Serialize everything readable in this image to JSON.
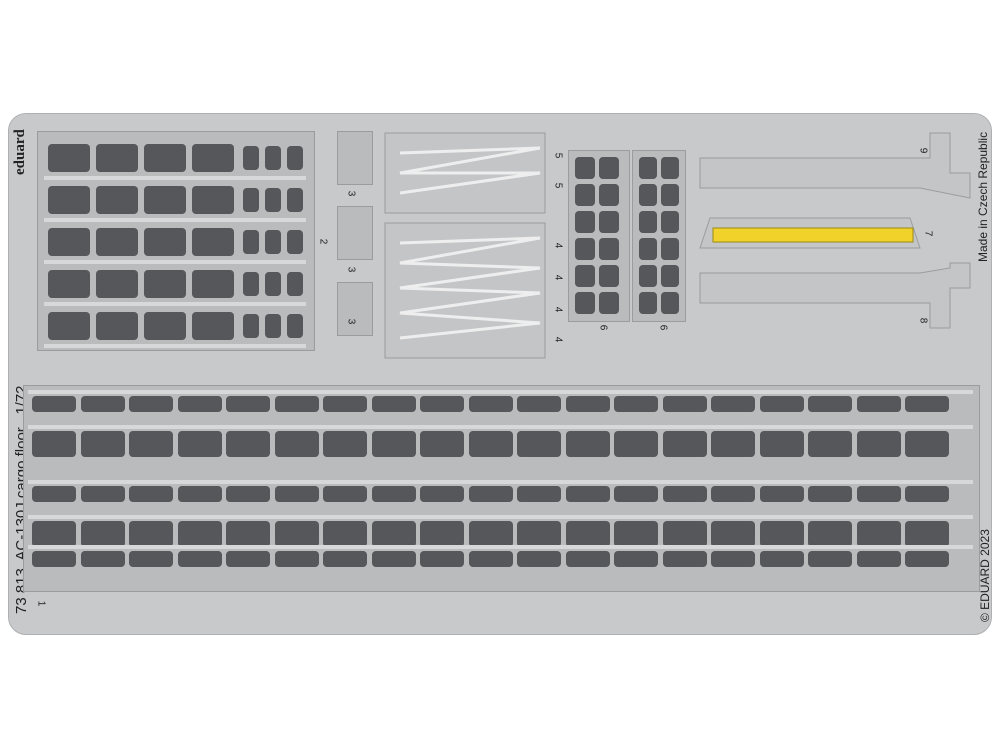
{
  "brand": "eduard",
  "product": {
    "code": "73 813",
    "title": "AC-130J cargo floor",
    "scale": "1/72"
  },
  "origin": "Made in Czech Republic",
  "copyright": "© EDUARD 2023",
  "part_numbers": {
    "p1": "1",
    "p2": "2",
    "p3a": "3",
    "p3b": "3",
    "p3c": "3",
    "p4a": "4",
    "p4b": "4",
    "p4c": "4",
    "p4d": "4",
    "p5a": "5",
    "p5b": "5",
    "p6a": "6",
    "p6b": "6",
    "p7": "7",
    "p8": "8",
    "p9": "9"
  },
  "colors": {
    "fret": "#c7c9cb",
    "cutout": "#55575a",
    "highlight": "#f0d22a"
  }
}
